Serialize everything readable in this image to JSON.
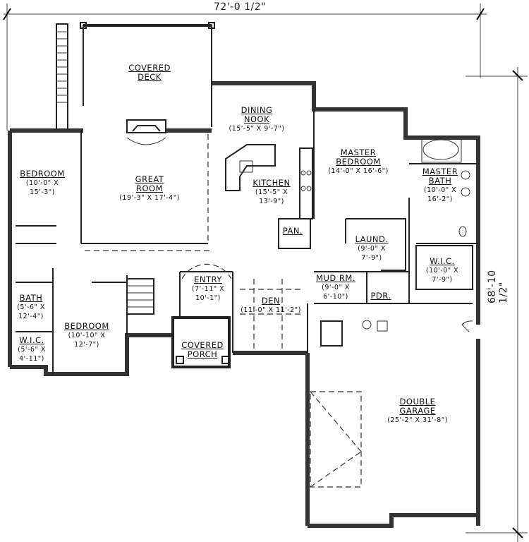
{
  "plan": {
    "overall_width": "72'-0 1/2\"",
    "overall_depth": "68'-10 1/2\""
  },
  "rooms": {
    "covered_deck": {
      "name1": "COVERED",
      "name2": "DECK"
    },
    "bedroom_left": {
      "name": "BEDROOM",
      "dim1": "(10'-0\" X",
      "dim2": "15'-3\")"
    },
    "great_room": {
      "name1": "GREAT",
      "name2": "ROOM",
      "dim": "(19'-3\" X 17'-4\")"
    },
    "dining_nook": {
      "name1": "DINING",
      "name2": "NOOK",
      "dim": "(15'-5\" X 9'-7\")"
    },
    "kitchen": {
      "name": "KITCHEN",
      "dim1": "(15'-5\" X",
      "dim2": "13'-9\")"
    },
    "master_bedroom": {
      "name1": "MASTER",
      "name2": "BEDROOM",
      "dim": "(14'-0\" X 16'-6\")"
    },
    "master_bath": {
      "name1": "MASTER",
      "name2": "BATH",
      "dim1": "(10'-0\" X",
      "dim2": "16'-2\")"
    },
    "pantry": {
      "name": "PAN."
    },
    "laundry": {
      "name": "LAUND.",
      "dim1": "(9'-0\" X",
      "dim2": "7'-9\")"
    },
    "wic_master": {
      "name": "W.I.C.",
      "dim1": "(10'-0\" X",
      "dim2": "7'-9\")"
    },
    "entry": {
      "name": "ENTRY",
      "dim1": "(7'-11\" X",
      "dim2": "10'-1\")"
    },
    "den": {
      "name": "DEN",
      "dim": "(11'-0\" X 11'-2\")"
    },
    "mud_room": {
      "name": "MUD RM.",
      "dim1": "(9'-0\" X",
      "dim2": "6'-10\")"
    },
    "powder": {
      "name": "PDR."
    },
    "bath": {
      "name": "BATH",
      "dim1": "(5'-6\" X",
      "dim2": "12'-4\")"
    },
    "bedroom_lower": {
      "name": "BEDROOM",
      "dim1": "(10'-10\" X",
      "dim2": "12'-7\")"
    },
    "wic_lower": {
      "name": "W.I.C.",
      "dim1": "(5'-6\" X",
      "dim2": "4'-11\")"
    },
    "covered_porch": {
      "name1": "COVERED",
      "name2": "PORCH"
    },
    "double_garage": {
      "name1": "DOUBLE",
      "name2": "GARAGE",
      "dim": "(25'-2\" X 31'-8\")"
    }
  }
}
